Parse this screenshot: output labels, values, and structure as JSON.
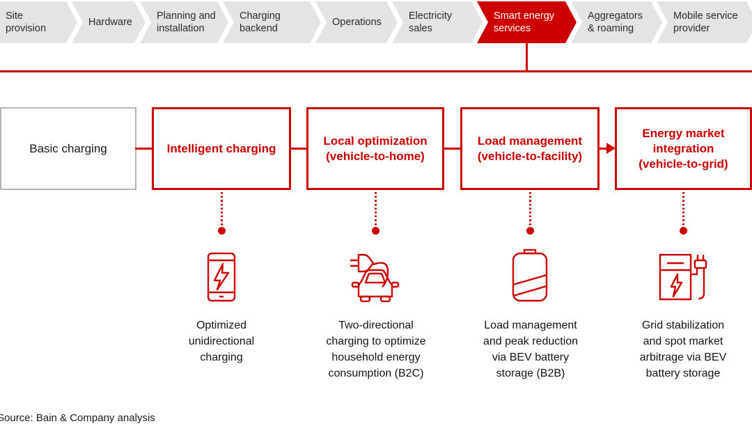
{
  "colors": {
    "accent_red": "#cc0000",
    "chevron_gray": "#e4e4e4",
    "gray_box_border": "#b5b5b5"
  },
  "chain": {
    "items": [
      {
        "label": "Site\nprovision",
        "active": false
      },
      {
        "label": "Hardware",
        "active": false
      },
      {
        "label": "Planning and\ninstallation",
        "active": false
      },
      {
        "label": "Charging\nbackend",
        "active": false
      },
      {
        "label": "Operations",
        "active": false
      },
      {
        "label": "Electricity\nsales",
        "active": false
      },
      {
        "label": "Smart energy\nservices",
        "active": true
      },
      {
        "label": "Aggregators\n& roaming",
        "active": false
      },
      {
        "label": "Mobile service\nprovider",
        "active": false
      }
    ]
  },
  "flow": {
    "basic_box": "Basic charging",
    "boxes": [
      {
        "title": "Intelligent charging",
        "icon": "smartphone-charging-icon",
        "description": "Optimized\nunidirectional\ncharging"
      },
      {
        "title": "Local optimization\n(vehicle-to-home)",
        "icon": "car-charging-icon",
        "description": "Two-directional\ncharging to optimize\nhousehold energy\nconsumption (B2C)"
      },
      {
        "title": "Load management\n(vehicle-to-facility)",
        "icon": "battery-icon",
        "description": "Load management\nand peak reduction\nvia BEV battery\nstorage (B2B)"
      },
      {
        "title": "Energy market\nintegration\n(vehicle-to-grid)",
        "icon": "charging-station-icon",
        "description": "Grid stabilization\nand spot market\narbitrage via BEV\nbattery storage"
      }
    ]
  },
  "source": "Source: Bain & Company analysis"
}
